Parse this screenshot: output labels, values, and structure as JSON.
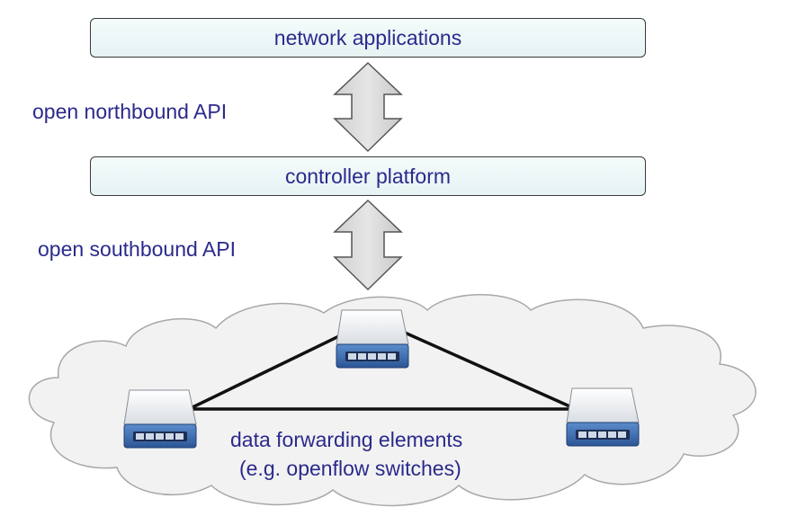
{
  "layers": {
    "applications": "network applications",
    "controller": "controller platform"
  },
  "apis": {
    "northbound": "open northbound API",
    "southbound": "open southbound API"
  },
  "data_plane": {
    "line1": "data forwarding elements",
    "line2": "(e.g. openflow switches)"
  },
  "colors": {
    "text": "#2a2a8c",
    "box_fill": "#eef8f8",
    "arrow_fill": "#d9d9d9",
    "cloud_fill": "#f2f2f2",
    "switch_body": "#3f6fb0"
  }
}
